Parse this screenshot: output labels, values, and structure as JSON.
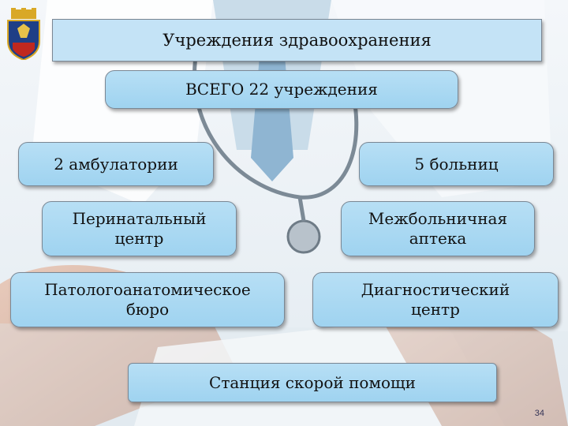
{
  "title": "Учреждения здравоохранения",
  "total": "ВСЕГО 22 учреждения",
  "nodes": {
    "ambulatories": "2 амбулатории",
    "hospitals": "5 больниц",
    "perinatal": "Перинатальный\nцентр",
    "pharmacy": "Межбольничная\nаптека",
    "pathology": "Патологоанатомическое\nбюро",
    "diagnostic": "Диагностический\nцентр",
    "ambulance": "Станция скорой помощи"
  },
  "page_number": "34",
  "colors": {
    "box_fill": "#b7dff5",
    "title_fill": "#c4e3f6",
    "border": "#7a8794"
  },
  "icons": {
    "emblem": "city-coat-of-arms"
  }
}
